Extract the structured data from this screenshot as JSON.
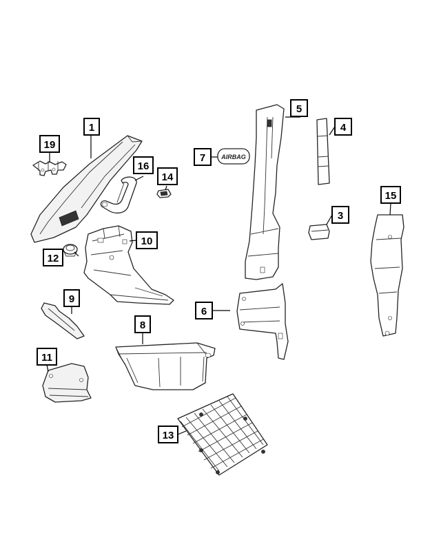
{
  "callouts": {
    "c1": "1",
    "c2": "3",
    "c3": "4",
    "c4": "5",
    "c5": "6",
    "c6": "7",
    "c7": "8",
    "c8": "9",
    "c9": "10",
    "c10": "11",
    "c11": "12",
    "c12": "13",
    "c13": "14",
    "c14": "15",
    "c15": "16",
    "c16": "19"
  },
  "badge_text": "AIRBAG"
}
